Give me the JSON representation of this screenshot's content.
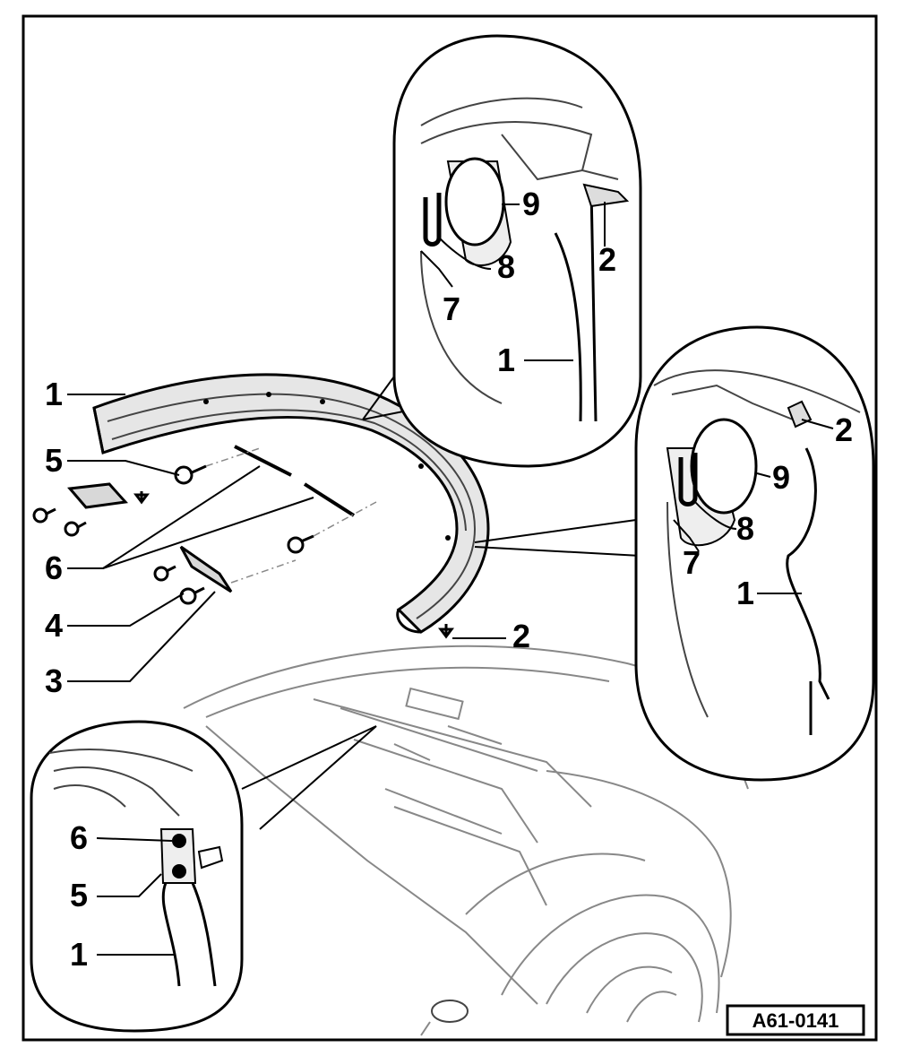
{
  "figure": {
    "reference_code": "A61-0141"
  },
  "callouts": {
    "main": {
      "part1": "1",
      "part2": "2",
      "part3": "3",
      "part4": "4",
      "part5": "5",
      "part6": "6"
    },
    "detail_top": {
      "part1": "1",
      "part2": "2",
      "part7": "7",
      "part8": "8",
      "part9": "9"
    },
    "detail_right": {
      "part1": "1",
      "part2": "2",
      "part7": "7",
      "part8": "8",
      "part9": "9"
    },
    "detail_bottom": {
      "part1": "1",
      "part5": "5",
      "part6": "6"
    }
  },
  "colors": {
    "ink": "#000000",
    "paper": "#ffffff",
    "shade": "#d8d8d8"
  }
}
